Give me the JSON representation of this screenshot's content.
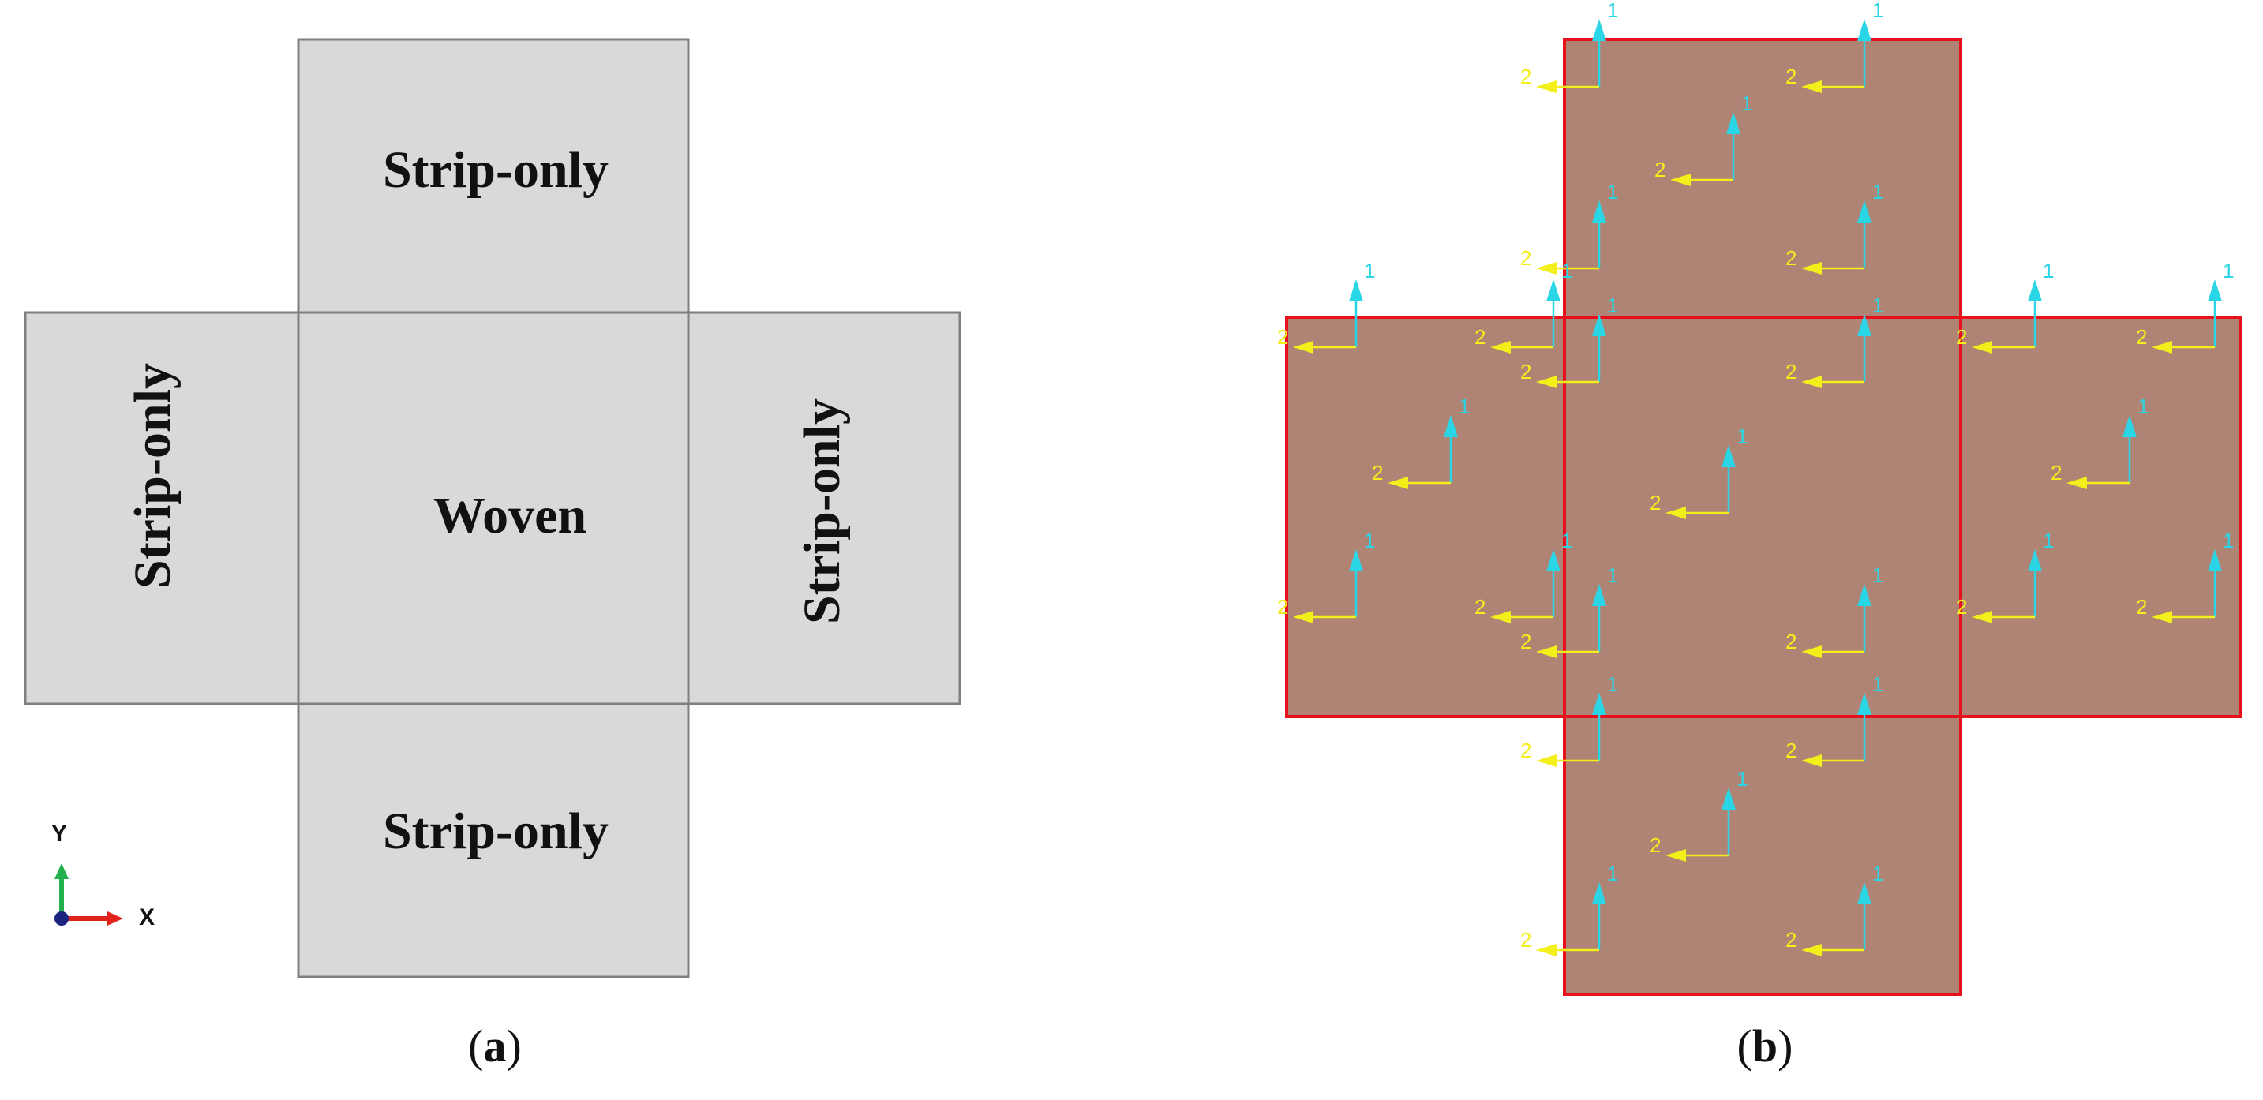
{
  "panel_a": {
    "regions": {
      "top": "Strip-only",
      "left": "Strip-only",
      "center": "Woven",
      "right": "Strip-only",
      "bottom": "Strip-only"
    },
    "axis_triad": {
      "y_label": "Y",
      "x_label": "X"
    },
    "caption": {
      "prefix": "(",
      "letter": "a",
      "suffix": ")"
    }
  },
  "panel_b": {
    "direction_labels": {
      "first": "1",
      "second": "2"
    },
    "caption": {
      "prefix": "(",
      "letter": "b",
      "suffix": ")"
    }
  },
  "colors": {
    "region_fill": "#d9d9d9",
    "region_stroke": "#7f7f7f",
    "element_fill": "#b08474",
    "element_stroke": "#e8101c",
    "direction_1": "#2ad6e6",
    "direction_2": "#f2ef1a",
    "axis_y": "#22b14c",
    "axis_x": "#e0241c",
    "axis_origin": "#1a237e",
    "text": "#111111"
  }
}
